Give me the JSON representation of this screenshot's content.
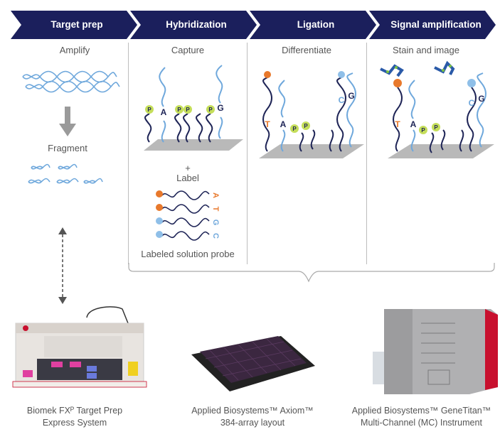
{
  "workflow_steps": [
    {
      "title": "Target prep",
      "substeps": [
        "Amplify",
        "Fragment"
      ]
    },
    {
      "title": "Hybridization",
      "substeps": [
        "Capture",
        "+",
        "Label",
        "Labeled solution probe"
      ]
    },
    {
      "title": "Ligation",
      "substeps": [
        "Differentiate"
      ]
    },
    {
      "title": "Signal amplification",
      "substeps": [
        "Stain and image"
      ]
    }
  ],
  "diagram_labels": {
    "phosphate": "P",
    "hyb_bases": [
      "A",
      "G"
    ],
    "lig_bases": [
      "T",
      "A",
      "C",
      "G"
    ],
    "probe_bases": [
      "A",
      "T",
      "G",
      "C"
    ]
  },
  "instruments": [
    {
      "name_line1": "Biomek FXᴾ Target Prep",
      "name_line2": "Express System"
    },
    {
      "name_line1": "Applied Biosystems™ Axiom™",
      "name_line2": "384-array layout"
    },
    {
      "name_line1": "Applied Biosystems™ GeneTitan™",
      "name_line2": "Multi-Channel (MC) Instrument"
    }
  ],
  "colors": {
    "banner": "#1b1f5c",
    "dna_dark": "#1e2456",
    "dna_light": "#6fa8dc",
    "phosphate": "#c5de5a",
    "label_orange": "#e8792c",
    "label_blue": "#8fbfe8",
    "arrow_gray": "#9a9a9a",
    "instrument_red": "#c8102e"
  }
}
